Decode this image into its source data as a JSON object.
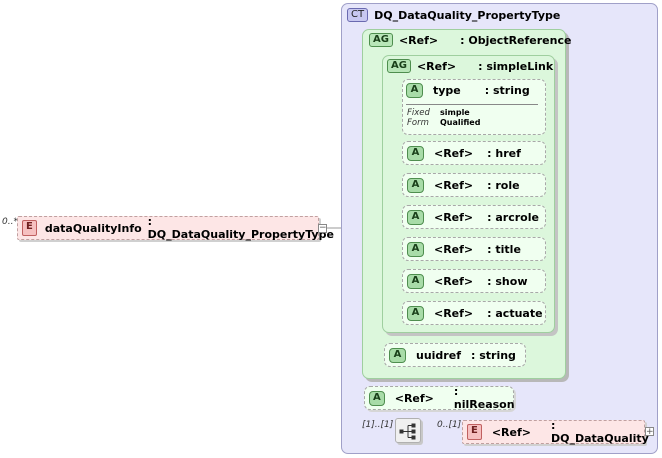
{
  "complex_type": {
    "badge": "CT",
    "name": "DQ_DataQuality_PropertyType"
  },
  "root_element": {
    "badge": "E",
    "multiplicity": "0..*",
    "name": "dataQualityInfo",
    "type": ": DQ_DataQuality_PropertyType"
  },
  "attribute_group_object_reference": {
    "badge": "AG",
    "ref": "<Ref>",
    "type": ": ObjectReference"
  },
  "attribute_group_simple_link": {
    "badge": "AG",
    "ref": "<Ref>",
    "type": ": simpleLink"
  },
  "type_attribute": {
    "badge": "A",
    "name": "type",
    "type": ": string",
    "fixed_label": "Fixed",
    "fixed_value": "simple",
    "form_label": "Form",
    "form_value": "Qualified"
  },
  "ref_attributes": [
    {
      "badge": "A",
      "ref": "<Ref>",
      "name": ": href"
    },
    {
      "badge": "A",
      "ref": "<Ref>",
      "name": ": role"
    },
    {
      "badge": "A",
      "ref": "<Ref>",
      "name": ": arcrole"
    },
    {
      "badge": "A",
      "ref": "<Ref>",
      "name": ": title"
    },
    {
      "badge": "A",
      "ref": "<Ref>",
      "name": ": show"
    },
    {
      "badge": "A",
      "ref": "<Ref>",
      "name": ": actuate"
    }
  ],
  "uuidref_attribute": {
    "badge": "A",
    "name": "uuidref",
    "type": ": string"
  },
  "nil_reason_attribute": {
    "badge": "A",
    "ref": "<Ref>",
    "name": ": nilReason"
  },
  "sequence": {
    "multiplicity": "[1]..[1]"
  },
  "child_element": {
    "badge": "E",
    "multiplicity": "0..[1]",
    "ref": "<Ref>",
    "name": ": DQ_DataQuality"
  },
  "expand_symbols": {
    "collapse": "−",
    "expand": "+"
  }
}
